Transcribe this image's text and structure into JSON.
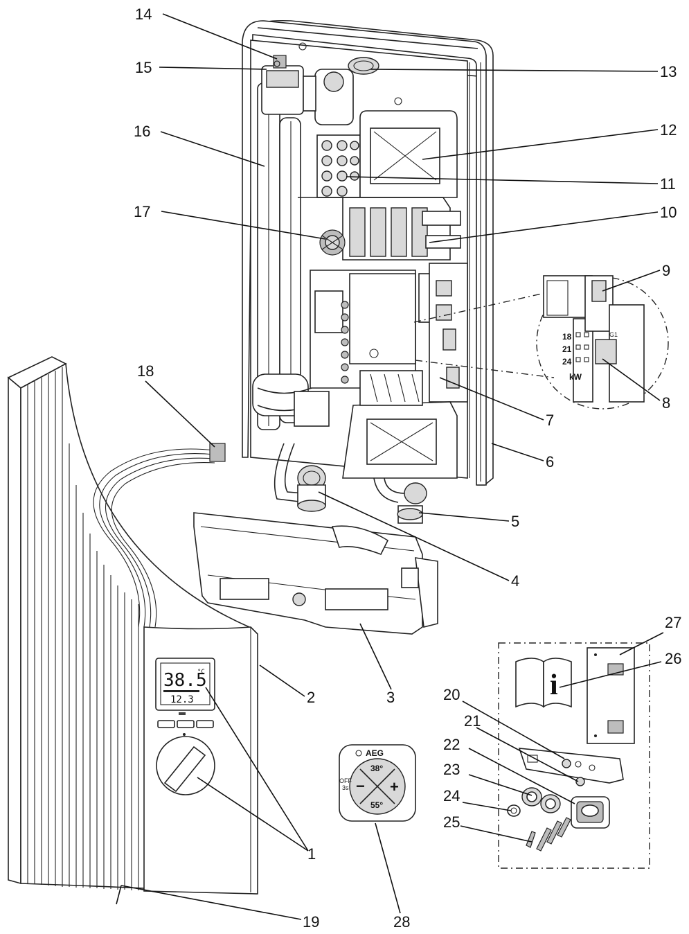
{
  "callouts": [
    {
      "id": "1",
      "label": "1"
    },
    {
      "id": "2",
      "label": "2"
    },
    {
      "id": "3",
      "label": "3"
    },
    {
      "id": "4",
      "label": "4"
    },
    {
      "id": "5",
      "label": "5"
    },
    {
      "id": "6",
      "label": "6"
    },
    {
      "id": "7",
      "label": "7"
    },
    {
      "id": "8",
      "label": "8"
    },
    {
      "id": "9",
      "label": "9"
    },
    {
      "id": "10",
      "label": "10"
    },
    {
      "id": "11",
      "label": "11"
    },
    {
      "id": "12",
      "label": "12"
    },
    {
      "id": "13",
      "label": "13"
    },
    {
      "id": "14",
      "label": "14"
    },
    {
      "id": "15",
      "label": "15"
    },
    {
      "id": "16",
      "label": "16"
    },
    {
      "id": "17",
      "label": "17"
    },
    {
      "id": "18",
      "label": "18"
    },
    {
      "id": "19",
      "label": "19"
    },
    {
      "id": "20",
      "label": "20"
    },
    {
      "id": "21",
      "label": "21"
    },
    {
      "id": "22",
      "label": "22"
    },
    {
      "id": "23",
      "label": "23"
    },
    {
      "id": "24",
      "label": "24"
    },
    {
      "id": "25",
      "label": "25"
    },
    {
      "id": "26",
      "label": "26"
    },
    {
      "id": "27",
      "label": "27"
    },
    {
      "id": "28",
      "label": "28"
    }
  ],
  "power_selector": {
    "options": [
      "18",
      "21",
      "24"
    ],
    "unit": "kW"
  },
  "device_display": {
    "temperature": "38.5",
    "unit": "°C",
    "secondary": "12.3"
  },
  "remote_control": {
    "brand": "AEG",
    "temp_upper": "38°",
    "temp_lower": "55°",
    "minus": "−",
    "plus": "+",
    "off_label": "OFF",
    "off_sub": "3s"
  },
  "info_icon": "i"
}
